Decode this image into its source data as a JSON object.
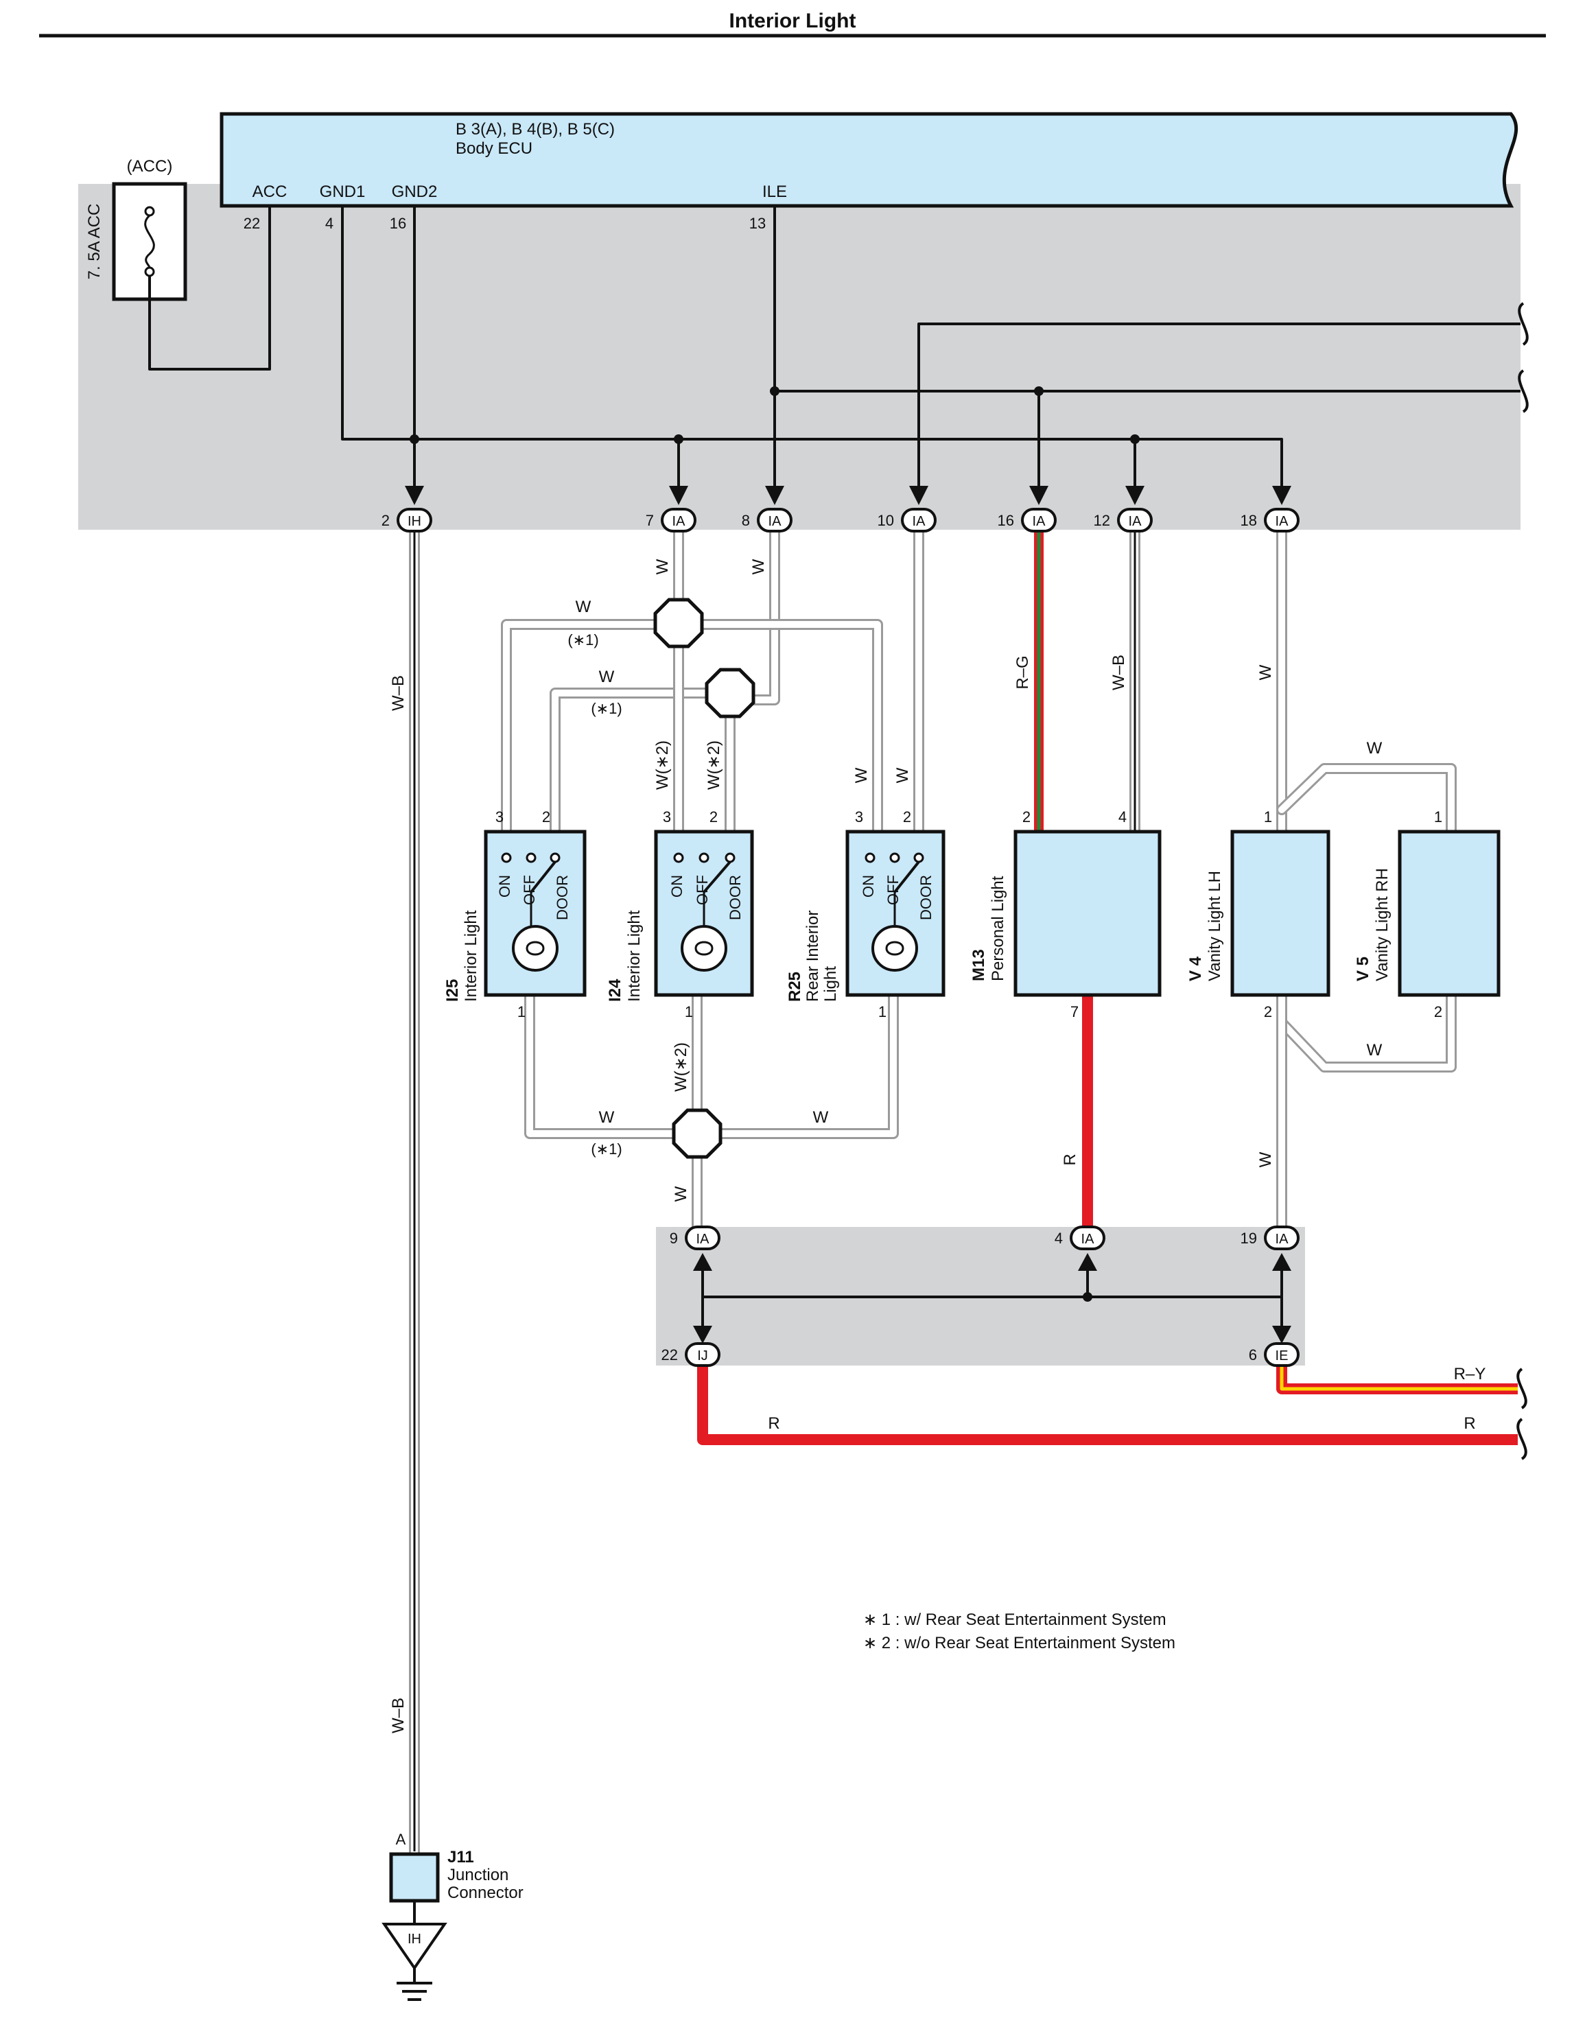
{
  "title": "Interior Light",
  "ecu": {
    "connectors": "B 3(A), B 4(B), B 5(C)",
    "name": "Body ECU",
    "pins": [
      {
        "label": "ACC",
        "number": "22"
      },
      {
        "label": "GND1",
        "number": "4"
      },
      {
        "label": "GND2",
        "number": "16"
      },
      {
        "label": "ILE",
        "number": "13"
      }
    ]
  },
  "fuse": {
    "group": "(ACC)",
    "label": "7. 5A ACC"
  },
  "connectors_top": [
    {
      "pin": "2",
      "code": "IH"
    },
    {
      "pin": "7",
      "code": "IA"
    },
    {
      "pin": "8",
      "code": "IA"
    },
    {
      "pin": "10",
      "code": "IA"
    },
    {
      "pin": "16",
      "code": "IA"
    },
    {
      "pin": "12",
      "code": "IA"
    },
    {
      "pin": "18",
      "code": "IA"
    }
  ],
  "connectors_bottom": [
    {
      "pin": "9",
      "code": "IA"
    },
    {
      "pin": "4",
      "code": "IA"
    },
    {
      "pin": "19",
      "code": "IA"
    },
    {
      "pin": "22",
      "code": "IJ"
    },
    {
      "pin": "6",
      "code": "IE"
    }
  ],
  "components": [
    {
      "code": "I25",
      "name": "Interior Light",
      "pins": [
        "3",
        "2",
        "1"
      ]
    },
    {
      "code": "I24",
      "name": "Interior Light",
      "pins": [
        "3",
        "2",
        "1"
      ]
    },
    {
      "code": "R25",
      "name": "Rear Interior",
      "name2": "Light",
      "pins": [
        "3",
        "2",
        "1"
      ]
    },
    {
      "code": "M13",
      "name": "Personal Light",
      "pins": [
        "2",
        "4",
        "7"
      ]
    },
    {
      "code": "V 4",
      "name": "Vanity Light LH",
      "pins": [
        "1",
        "2"
      ]
    },
    {
      "code": "V 5",
      "name": "Vanity Light RH",
      "pins": [
        "1",
        "2"
      ]
    }
  ],
  "switch_positions": [
    "ON",
    "OFF",
    "DOOR"
  ],
  "junction": {
    "code": "J11",
    "name": "Junction",
    "name2": "Connector",
    "pin": "A",
    "ground": "IH"
  },
  "wire_colors": {
    "wb": "W–B",
    "w": "W",
    "rg": "R–G",
    "r": "R",
    "ry": "R–Y",
    "w_star1": "W",
    "w_star2": "W(∗2)",
    "star1": "(∗1)"
  },
  "notes": [
    "∗ 1 : w/ Rear Seat Entertainment System",
    "∗ 2 : w/o Rear Seat Entertainment System"
  ],
  "colors": {
    "component_fill": "#c9e8f8",
    "shaded_area": "#d3d4d6",
    "red_wire": "#e31b23",
    "green_wire": "#1a8c3a",
    "yellow_wire": "#ffd500"
  }
}
